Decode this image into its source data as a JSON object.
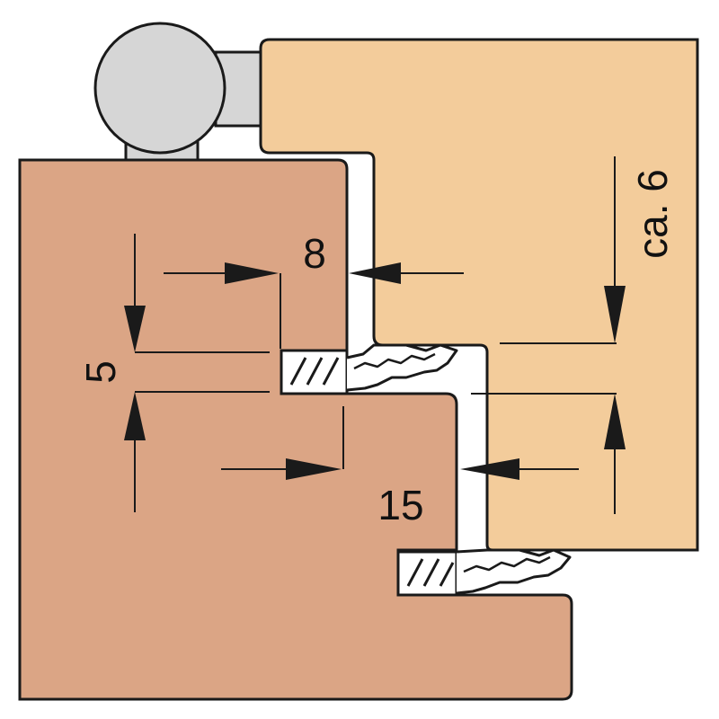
{
  "dimensions": {
    "top_gap": "8",
    "lower_gap": "15",
    "seal_offset": "5",
    "rebate_depth": "ca. 6"
  },
  "colors": {
    "frame": "#dba585",
    "sash": "#f3cc9b",
    "hinge": "#d6d6d6",
    "outline": "#1a1a1a",
    "seal": "#ffffff"
  },
  "icons": {
    "hinge": "hinge-knuckle-icon",
    "seal": "seal-strip-icon",
    "arrow": "dimension-arrow-icon"
  }
}
